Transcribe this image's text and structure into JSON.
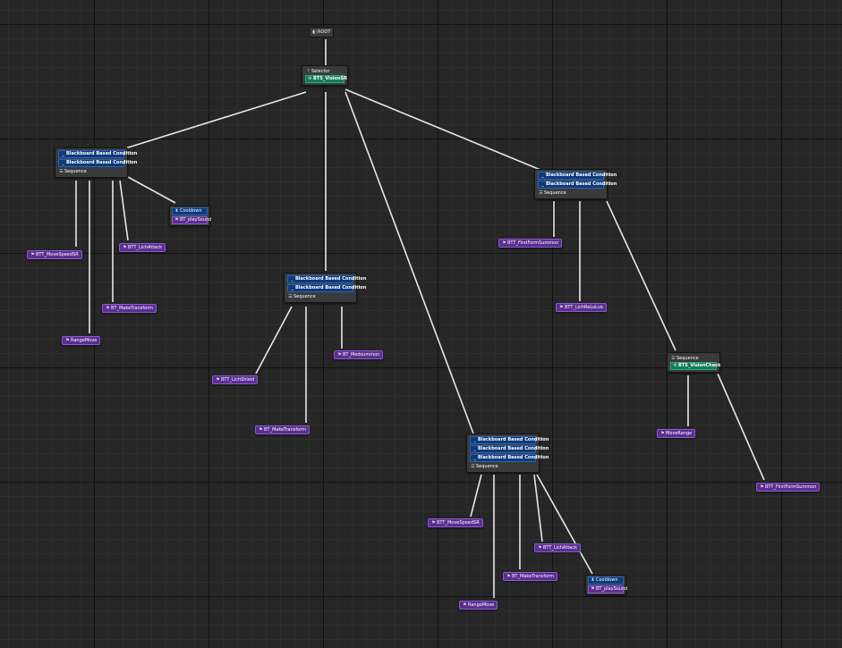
{
  "nodes": {
    "root": {
      "label": "ROOT"
    },
    "selector": {
      "title": "Selector",
      "service": "BTS_VisionSR"
    },
    "seq_left": {
      "decorators": [
        "Blackboard Based Condition",
        "Blackboard Based Condition"
      ],
      "title": "Sequence"
    },
    "seq_mid": {
      "decorators": [
        "Blackboard Based Condition",
        "Blackboard Based Condition"
      ],
      "title": "Sequence"
    },
    "seq_right": {
      "decorators": [
        "Blackboard Based Condition",
        "Blackboard Based Condition"
      ],
      "title": "Sequence"
    },
    "seq_bottom": {
      "decorators": [
        "Blackboard Based Condition",
        "Blackboard Based Condition",
        "Blackboard Based Condition"
      ],
      "title": "Sequence"
    },
    "seq_far": {
      "title": "Sequence",
      "service": "BTS_VisionCheck"
    },
    "cooldown_left": {
      "decorator": "Cooldown",
      "task": "BT_playSound"
    },
    "cooldown_bottom": {
      "decorator": "Cooldown",
      "task": "BT_playSound"
    }
  },
  "tasks": {
    "t1": "BTT_MoveSpeedSR",
    "t2": "RangeMove",
    "t3": "BT_MakeTransform",
    "t4": "BTT_LichAttack",
    "t5": "BTT_LichShield",
    "t6": "BT_MakeTransform",
    "t7": "BT_Medsummon",
    "t8": "BTT_FirstFormSummon",
    "t9": "BTT_LichReLoLve",
    "t10": "MoveRange",
    "t11": "BTT_FirstFormSummon",
    "t12": "BTT_MoveSpeedSR",
    "t13": "RangeMove",
    "t14": "BT_MakeTransform",
    "t15": "BTT_LichAttack"
  },
  "colors": {
    "background": "#262626",
    "task": "#5b2e91",
    "decorator": "#0e3a7a",
    "service": "#157a5c",
    "wire": "#e6e6e6"
  },
  "icons": {
    "task": "task-icon",
    "sequence": "sequence-icon",
    "selector": "selector-icon",
    "decorator": "decorator-icon",
    "service": "service-icon"
  }
}
